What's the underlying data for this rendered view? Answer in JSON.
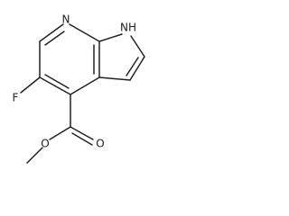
{
  "molecule": {
    "atoms": {
      "nitrogen_pyridine": "N",
      "nitrogen_pyrrole": "NH",
      "fluorine": "F",
      "carbonyl_oxygen": "O",
      "ester_oxygen": "O"
    }
  }
}
